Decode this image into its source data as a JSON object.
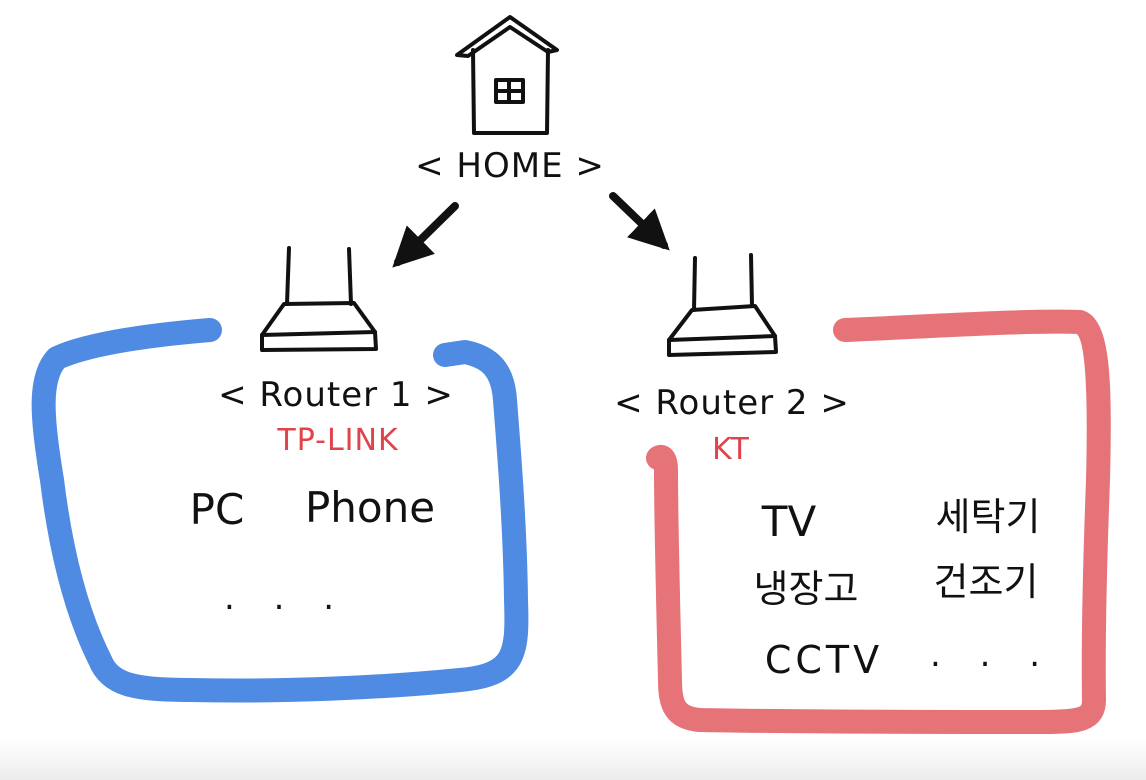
{
  "colors": {
    "ink": "#111111",
    "brand_red": "#e0434a",
    "group1_stroke": "#3c7ee0",
    "group2_stroke": "#e25a5f"
  },
  "home": {
    "icon": "house-icon",
    "label": "< HOME >"
  },
  "routers": [
    {
      "icon": "router-icon",
      "label": "< Router 1 >",
      "brand": "TP-LINK",
      "devices": [
        "PC",
        "Phone"
      ],
      "more": ". . ."
    },
    {
      "icon": "router-icon",
      "label": "< Router 2 >",
      "brand": "KT",
      "devices": [
        "TV",
        "세탁기",
        "냉장고",
        "건조기",
        "CCTV"
      ],
      "more": ". . ."
    }
  ]
}
